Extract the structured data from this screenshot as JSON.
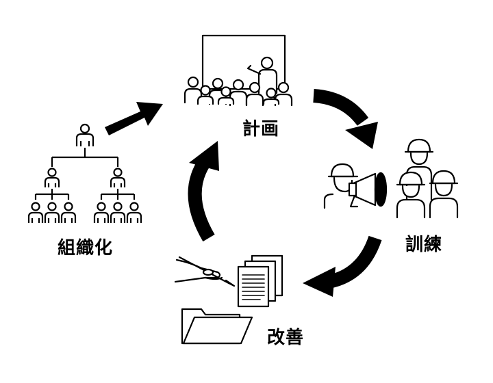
{
  "diagram": {
    "stages": {
      "organization": "組織化",
      "plan": "計画",
      "training": "訓練",
      "improvement": "改善"
    },
    "colors": {
      "ink": "#000000",
      "background": "#ffffff"
    }
  },
  "icons": {
    "organization": "org-chart-icon",
    "plan": "presentation-audience-icon",
    "training": "megaphone-workers-icon",
    "improvement": "documents-folder-pen-icon"
  }
}
